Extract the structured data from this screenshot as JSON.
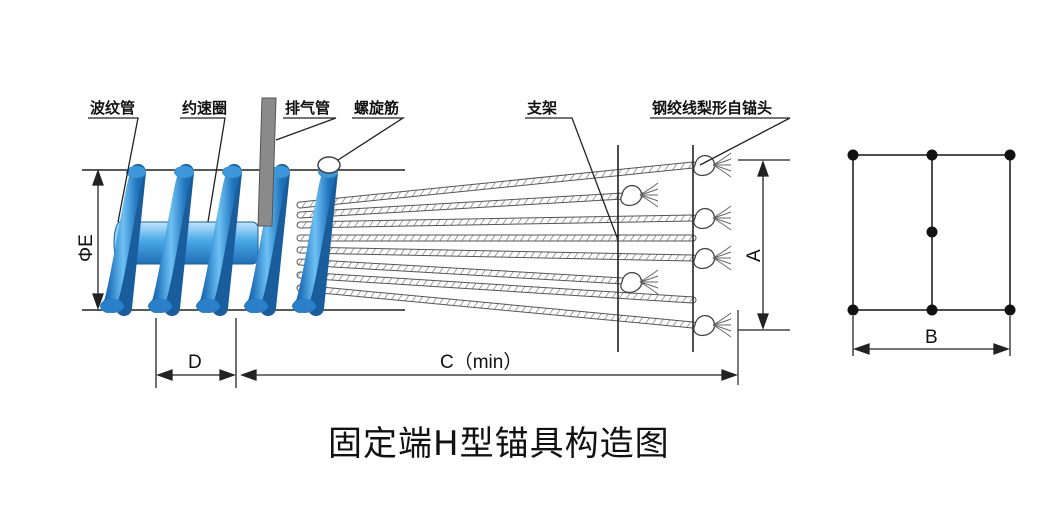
{
  "title": "固定端H型锚具构造图",
  "labels": {
    "corrugated_pipe": "波纹管",
    "restraint_ring": "约速圈",
    "vent_pipe": "排气管",
    "spiral_rebar": "螺旋筋",
    "support_frame": "支架",
    "pear_anchor": "钢绞线梨形自锚头"
  },
  "dimensions": {
    "diameter": "ΦE",
    "spacing": "D",
    "length": "C（min）",
    "height": "A",
    "width": "B"
  },
  "colors": {
    "spiral_blue": "#2e8fd6",
    "spiral_light": "#7ec8f4",
    "vent_grey": "#8a8a8a",
    "ink": "#111111"
  }
}
